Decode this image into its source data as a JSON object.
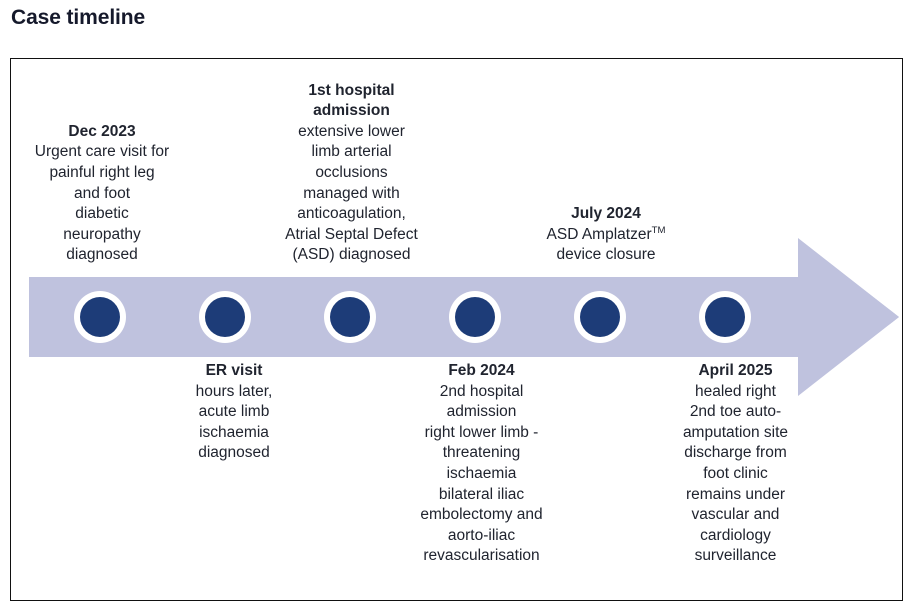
{
  "title": "Case timeline",
  "colors": {
    "arrow_band": "#bfc2de",
    "marker_ring": "#ffffff",
    "marker_fill": "#1d3c78",
    "frame_border": "#111111",
    "text": "#20242f",
    "title": "#15192b"
  },
  "timeline": {
    "direction": "left-to-right",
    "marker_count": 6,
    "events": [
      {
        "id": "dec-2023",
        "position": "above",
        "heading": "Dec 2023",
        "body": "Urgent care visit for\npainful right leg\nand foot\ndiabetic\nneuropathy\ndiagnosed"
      },
      {
        "id": "er-visit",
        "position": "below",
        "heading": "ER visit",
        "body": "hours later,\nacute limb\nischaemia\ndiagnosed"
      },
      {
        "id": "1st-hospital-admission",
        "position": "above",
        "heading": "1st hospital\nadmission",
        "body": "extensive lower\nlimb arterial\nocclusions\nmanaged with\nanticoagulation,\nAtrial Septal Defect\n(ASD) diagnosed"
      },
      {
        "id": "feb-2024",
        "position": "below",
        "heading": "Feb 2024",
        "body": "2nd hospital\nadmission\nright lower limb -\nthreatening\nischaemia\nbilateral iliac\nembolectomy and\naorto-iliac\nrevascularisation"
      },
      {
        "id": "july-2024",
        "position": "above",
        "heading": "July 2024",
        "body_line1": "ASD Amplatzer",
        "body_trademark": "TM",
        "body_line2": "device closure"
      },
      {
        "id": "april-2025",
        "position": "below",
        "heading": "April 2025",
        "body": "healed right\n2nd toe auto-\namputation site\ndischarge from\nfoot clinic\nremains under\nvascular and\ncardiology\nsurveillance"
      }
    ]
  }
}
